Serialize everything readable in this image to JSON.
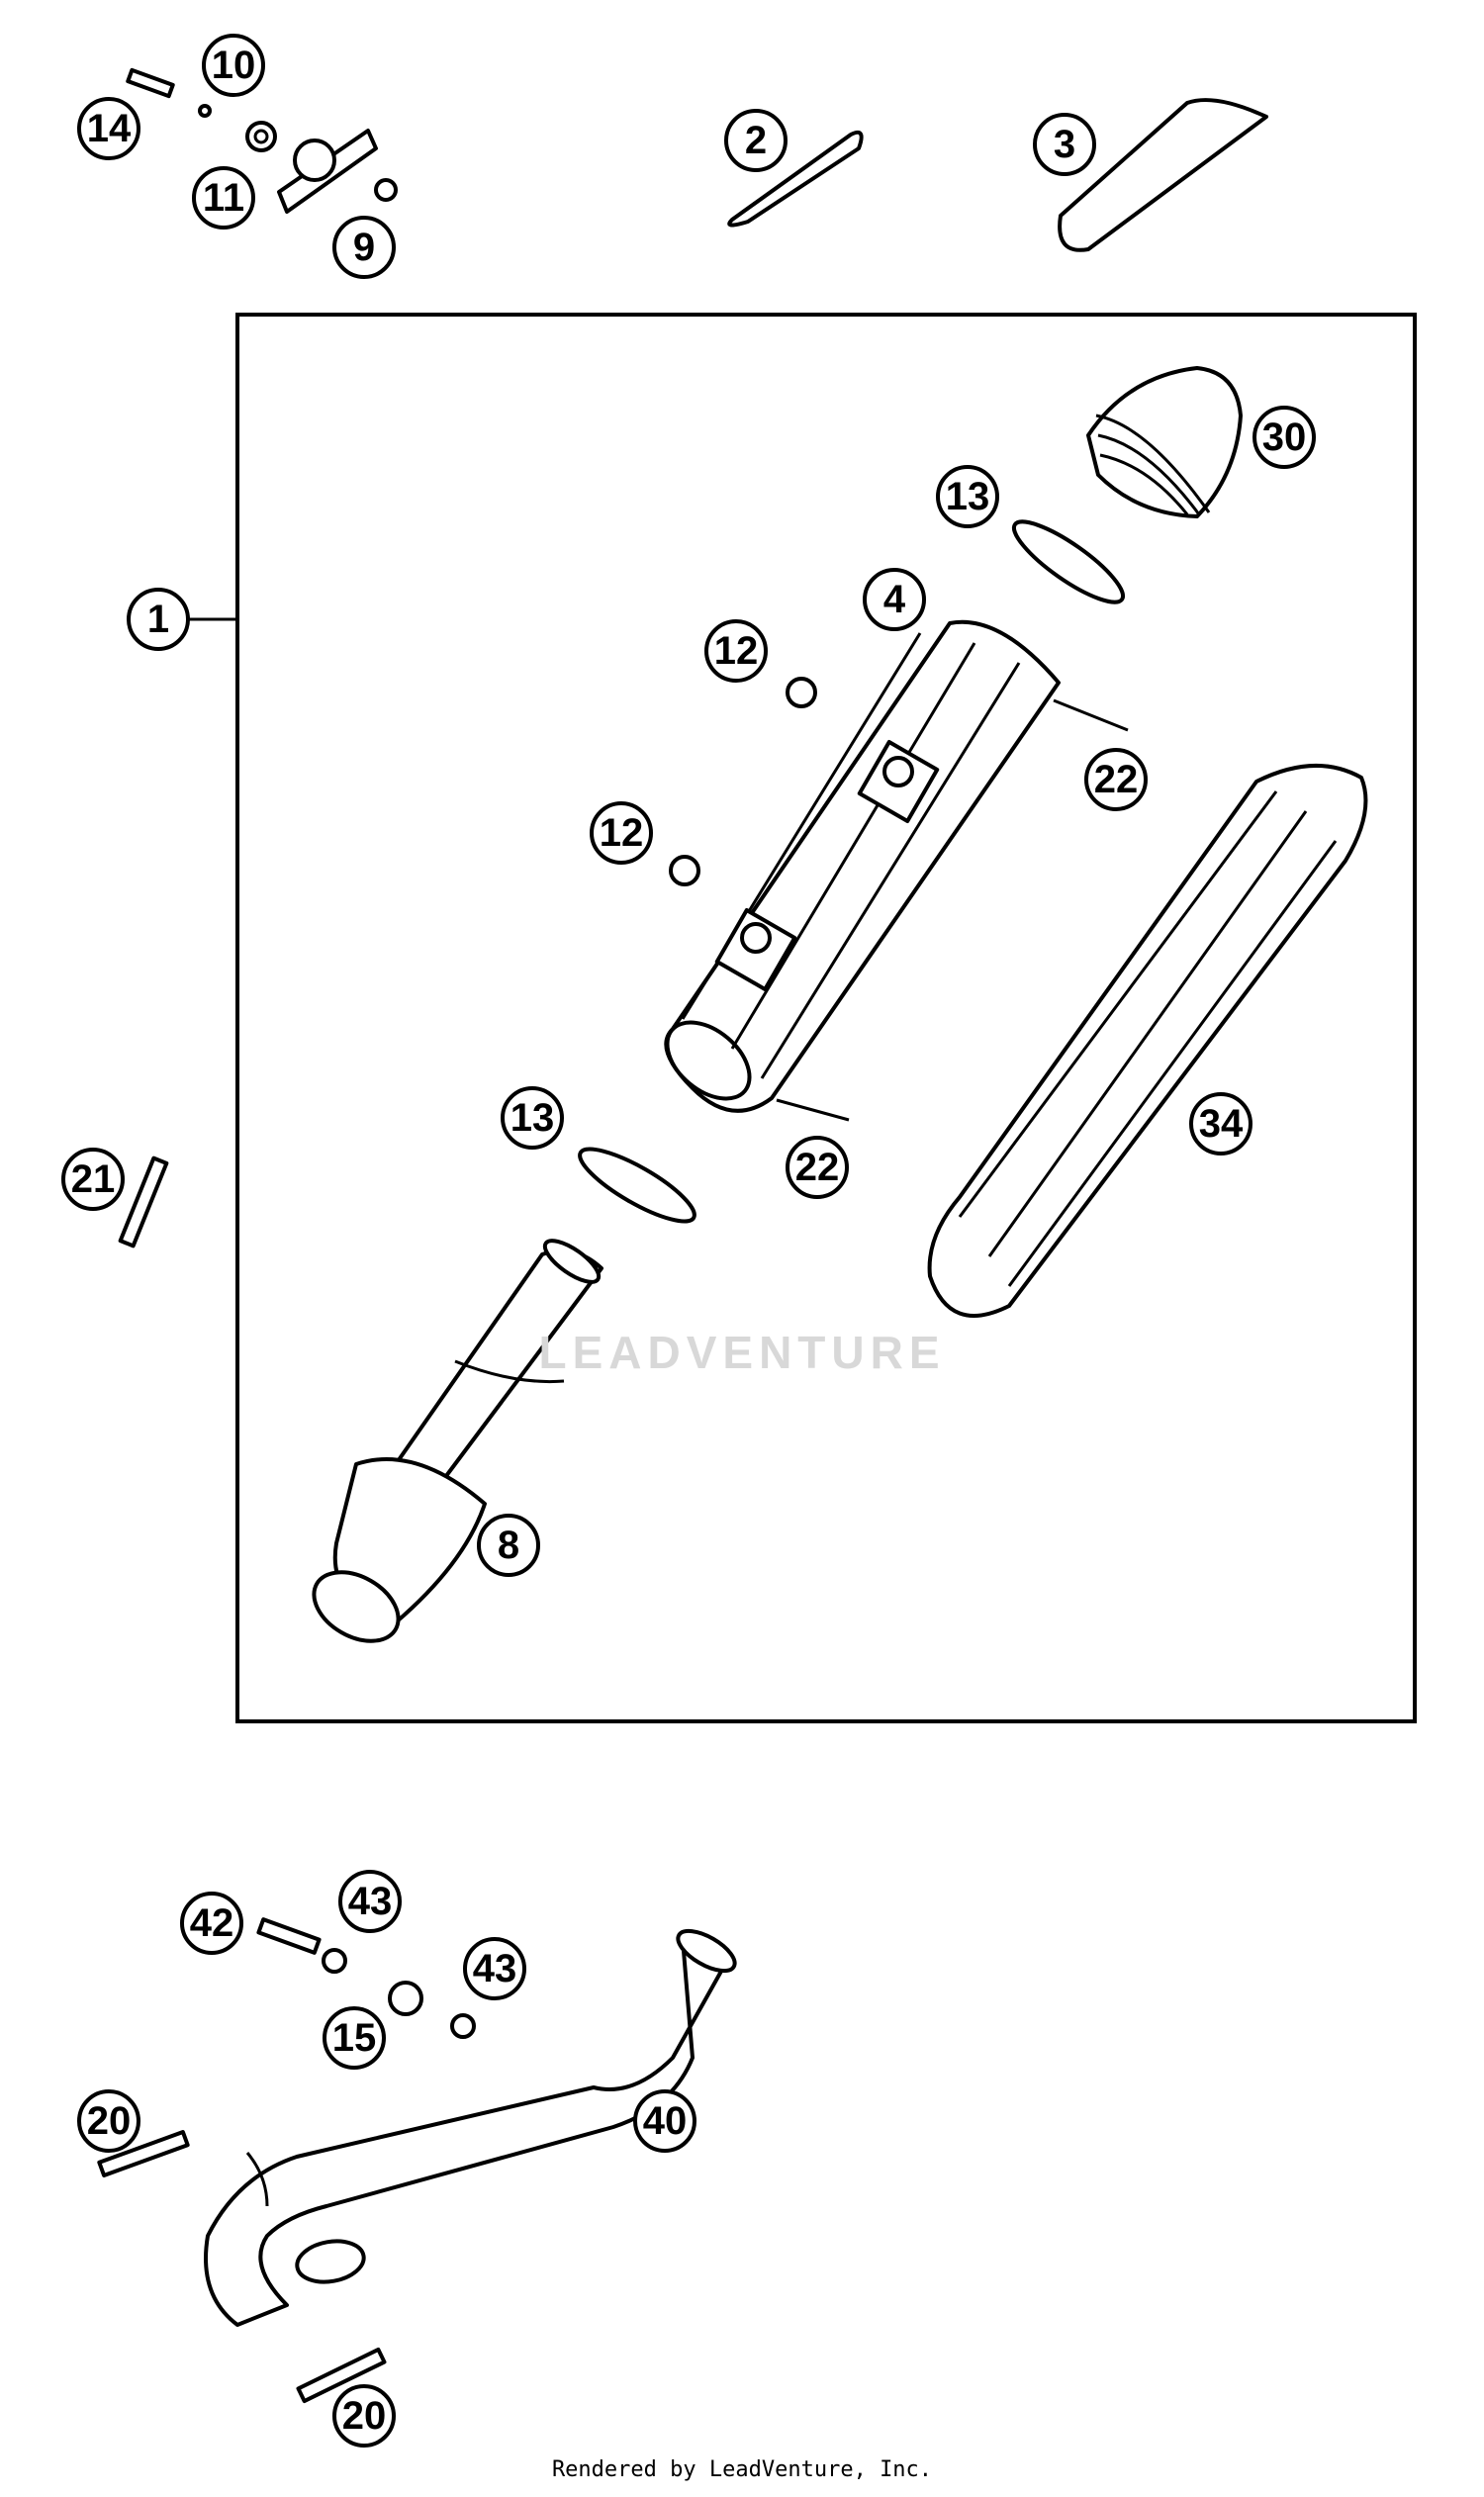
{
  "diagram": {
    "callouts": [
      {
        "id": "c-1",
        "label": "1"
      },
      {
        "id": "c-2",
        "label": "2"
      },
      {
        "id": "c-3",
        "label": "3"
      },
      {
        "id": "c-4",
        "label": "4"
      },
      {
        "id": "c-8",
        "label": "8"
      },
      {
        "id": "c-9",
        "label": "9"
      },
      {
        "id": "c-10",
        "label": "10"
      },
      {
        "id": "c-11",
        "label": "11"
      },
      {
        "id": "c-12a",
        "label": "12"
      },
      {
        "id": "c-12b",
        "label": "12"
      },
      {
        "id": "c-13a",
        "label": "13"
      },
      {
        "id": "c-13b",
        "label": "13"
      },
      {
        "id": "c-14",
        "label": "14"
      },
      {
        "id": "c-15",
        "label": "15"
      },
      {
        "id": "c-20a",
        "label": "20"
      },
      {
        "id": "c-20b",
        "label": "20"
      },
      {
        "id": "c-21",
        "label": "21"
      },
      {
        "id": "c-22a",
        "label": "22"
      },
      {
        "id": "c-22b",
        "label": "22"
      },
      {
        "id": "c-30",
        "label": "30"
      },
      {
        "id": "c-34",
        "label": "34"
      },
      {
        "id": "c-40",
        "label": "40"
      },
      {
        "id": "c-42",
        "label": "42"
      },
      {
        "id": "c-43a",
        "label": "43"
      },
      {
        "id": "c-43b",
        "label": "43"
      }
    ]
  },
  "watermark": "LEADVENTURE",
  "footer": "Rendered by LeadVenture, Inc."
}
